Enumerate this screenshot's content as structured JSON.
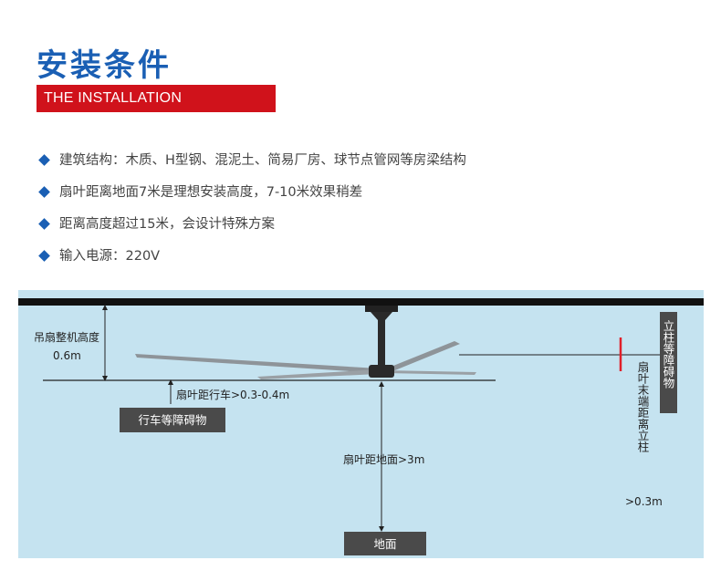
{
  "header": {
    "title_cn": "安装条件",
    "title_en": "THE INSTALLATION CONDITIONS"
  },
  "bullets": [
    "建筑结构：木质、H型钢、混泥土、简易厂房、球节点管网等房梁结构",
    "扇叶距离地面7米是理想安装高度，7-10米效果稍差",
    "距离高度超过15米，会设计特殊方案",
    "输入电源：220V"
  ],
  "diagram": {
    "fan_height_label": "吊扇整机高度",
    "fan_height_value": "0.6m",
    "crane_clearance": "扇叶距行车>0.3-0.4m",
    "crane_box": "行车等障碍物",
    "floor_clearance": "扇叶距地面>3m",
    "floor_box": "地面",
    "column_box": "立柱等障碍物",
    "column_clearance": "扇叶末端距离立柱",
    "column_clearance_value": ">0.3m"
  },
  "colors": {
    "title_blue": "#1a5fb4",
    "badge_red": "#d0121b",
    "diagram_bg": "#c5e3f0",
    "box_dark": "#4a4a4a",
    "marker_red": "#e0202a"
  }
}
